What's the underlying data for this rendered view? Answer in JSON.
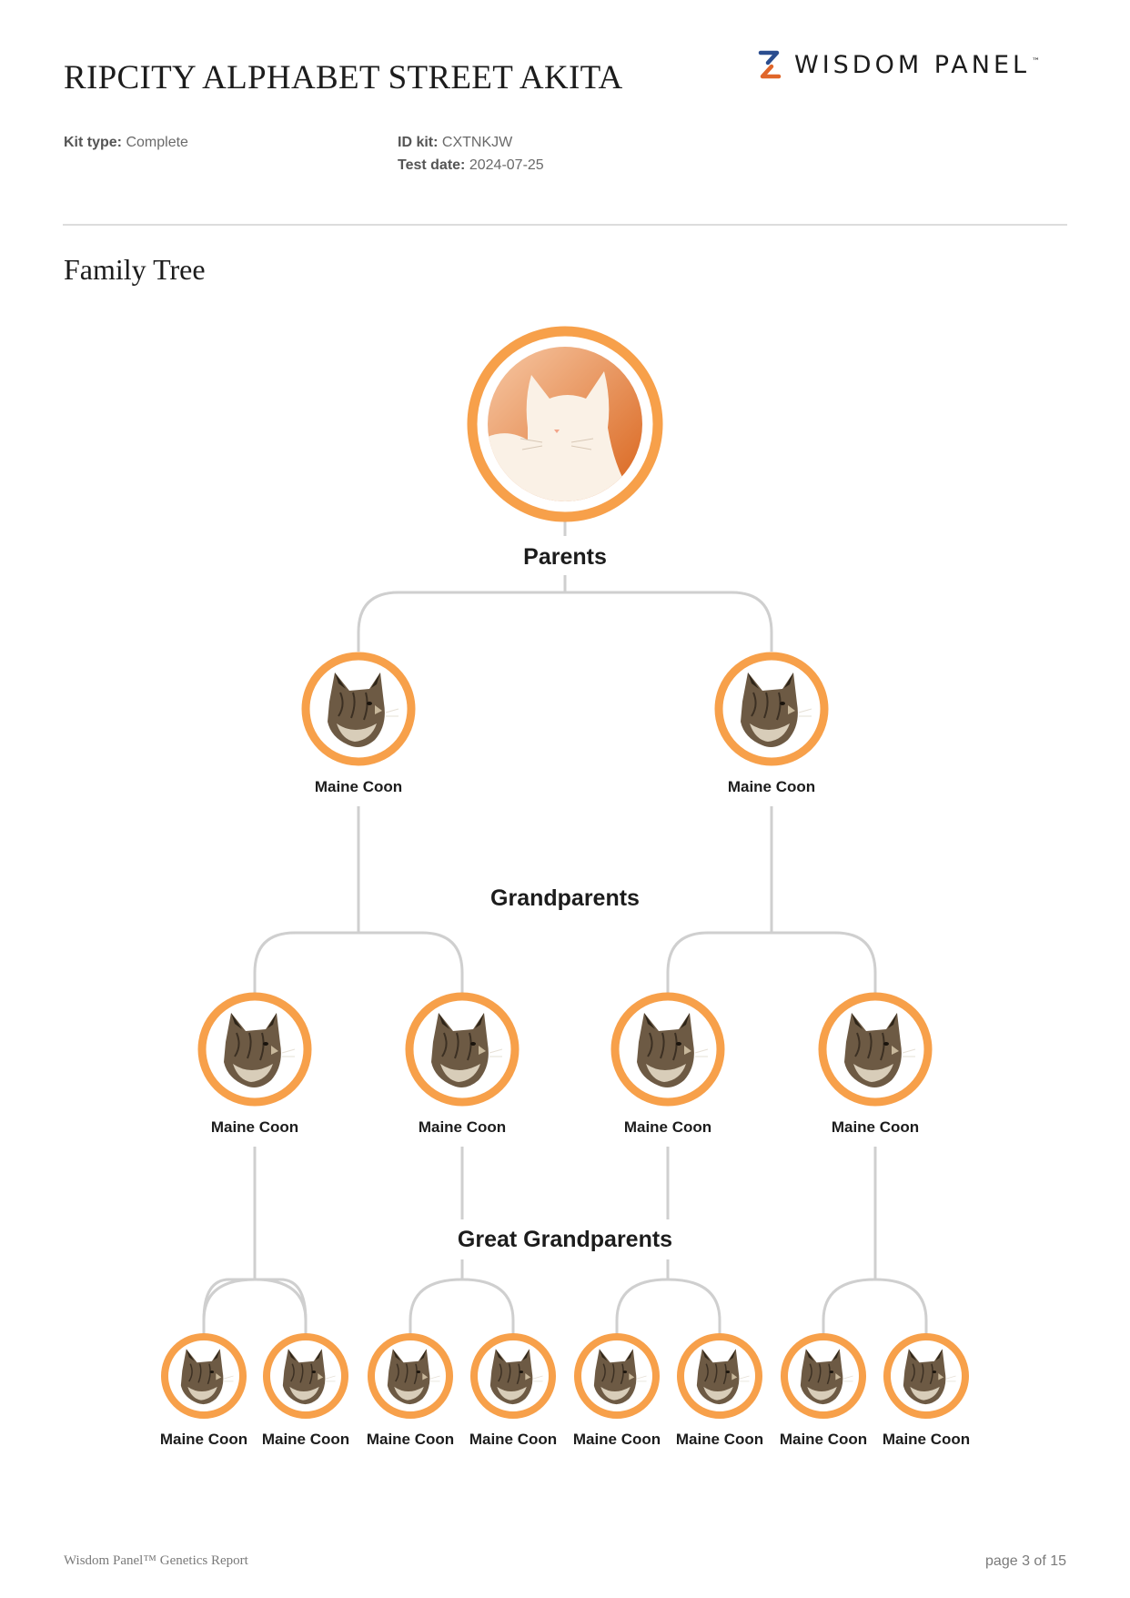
{
  "header": {
    "dog_name": "RIPCITY ALPHABET STREET AKITA",
    "brand": "WISDOM PANEL",
    "brand_tm": "™",
    "kit_type_label": "Kit type:",
    "kit_type_value": "Complete",
    "id_kit_label": "ID kit:",
    "id_kit_value": "CXTNKJW",
    "test_date_label": "Test date:",
    "test_date_value": "2024-07-25"
  },
  "section": {
    "title": "Family Tree"
  },
  "tree": {
    "subject_icon": "cat-silhouette-icon",
    "ancestor_icon": "maine-coon-cat-portrait-icon",
    "accent_color": "#f7a04a",
    "line_color": "#cfcfcf",
    "generations": [
      {
        "label": "Parents",
        "breeds": [
          "Maine Coon",
          "Maine Coon"
        ]
      },
      {
        "label": "Grandparents",
        "breeds": [
          "Maine Coon",
          "Maine Coon",
          "Maine Coon",
          "Maine Coon"
        ]
      },
      {
        "label": "Great Grandparents",
        "breeds": [
          "Maine Coon",
          "Maine Coon",
          "Maine Coon",
          "Maine Coon",
          "Maine Coon",
          "Maine Coon",
          "Maine Coon",
          "Maine Coon"
        ]
      }
    ]
  },
  "footer": {
    "report_name": "Wisdom Panel™ Genetics Report",
    "page": "page 3 of 15"
  }
}
